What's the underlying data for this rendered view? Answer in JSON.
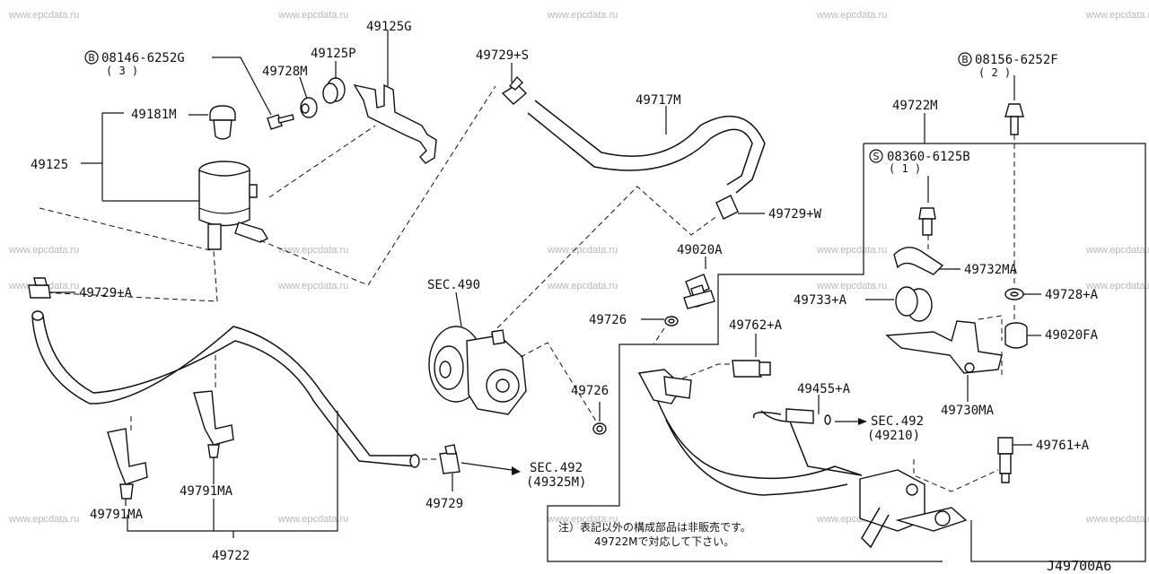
{
  "watermark": "www.epcdata.ru",
  "diagram_code": "J49700A6",
  "note": {
    "line1": "注）表記以外の構成部品は非販売です。",
    "line2": "49722Mで対応して下さい。"
  },
  "labels": {
    "p49125G": "49125G",
    "b08146": "08146-6252G",
    "b08146_qty": "( 3 )",
    "p49125P": "49125P",
    "p49728M": "49728M",
    "p49181M": "49181M",
    "p49125": "49125",
    "p49729S": "49729+S",
    "p49717M": "49717M",
    "p49729W": "49729+W",
    "b08156": "08156-6252F",
    "b08156_qty": "( 2 )",
    "p49722M": "49722M",
    "s08360": "08360-6125B",
    "s08360_qty": "( 1 )",
    "p49729A": "49729+A",
    "p49020A": "49020A",
    "p49732MA": "49732MA",
    "sec490": "SEC.490",
    "p49733A": "49733+A",
    "p49728A": "49728+A",
    "p49726a": "49726",
    "p49762A": "49762+A",
    "p49020FA": "49020FA",
    "p49726b": "49726",
    "p49455A": "49455+A",
    "sec492a": "SEC.492",
    "sec492a_sub": "(49210)",
    "p49730MA": "49730MA",
    "p49761A": "49761+A",
    "sec492b": "SEC.492",
    "sec492b_sub": "(49325M)",
    "p49729": "49729",
    "p49791MA_a": "49791MA",
    "p49791MA_b": "49791MA",
    "p49722": "49722"
  },
  "markers": {
    "bolt_b": "B",
    "screw_s": "S"
  }
}
